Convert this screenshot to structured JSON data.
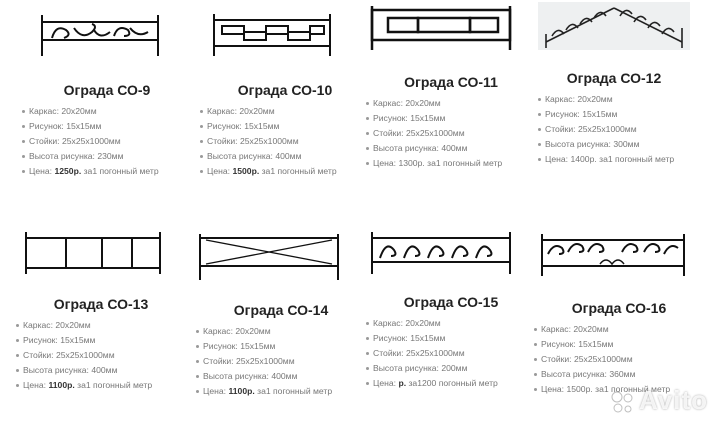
{
  "spec_labels": {
    "frame": "Каркас:",
    "pattern": "Рисунок:",
    "posts": "Стойки:",
    "height": "Высота рисунка:",
    "price": "Цена:"
  },
  "products": [
    {
      "title": "Ограда СО-9",
      "frame": "20x20мм",
      "pattern": "15x15мм",
      "posts": "25x25x1000мм",
      "height": "230мм",
      "price": "1250р.",
      "price_note": "за1 погонный метр",
      "icon": "scroll-fence-icon"
    },
    {
      "title": "Ограда СО-10",
      "frame": "20x20мм",
      "pattern": "15x15мм",
      "posts": "25x25x1000мм",
      "height": "400мм",
      "price": "1500р.",
      "price_note": "за1 погонный метр",
      "icon": "rectangles-fence-icon"
    },
    {
      "title": "Ограда СО-11",
      "frame": "20x20мм",
      "pattern": "15x15мм",
      "posts": "25x25x1000мм",
      "height": "400мм",
      "price": "1300р.",
      "price_note": "за1 погонный метр",
      "icon": "box-fence-icon"
    },
    {
      "title": "Ограда СО-12",
      "frame": "20x20мм",
      "pattern": "15x15мм",
      "posts": "25x25x1000мм",
      "height": "300мм",
      "price": "1400р.",
      "price_note": "за1 погонный метр",
      "icon": "arched-fence-photo"
    },
    {
      "title": "Ограда СО-13",
      "frame": "20x20мм",
      "pattern": "15x15мм",
      "posts": "25x25x1000мм",
      "height": "400мм",
      "price": "1100р.",
      "price_note": "за1 погонный метр",
      "icon": "panel-fence-icon"
    },
    {
      "title": "Ограда СО-14",
      "frame": "20x20мм",
      "pattern": "15x15мм",
      "posts": "25x25x1000мм",
      "height": "400мм",
      "price": "1100р.",
      "price_note": "за1 погонный метр",
      "icon": "cross-fence-icon"
    },
    {
      "title": "Ограда СО-15",
      "frame": "20x20мм",
      "pattern": "15x15мм",
      "posts": "25x25x1000мм",
      "height": "200мм",
      "price": "р.",
      "price_note": "за1200 погонный метр",
      "icon": "wave-fence-icon"
    },
    {
      "title": "Ограда СО-16",
      "frame": "20x20мм",
      "pattern": "15x15мм",
      "posts": "25x25x1000мм",
      "height": "360мм",
      "price": "1500р.",
      "price_note": "за1 погонный метр",
      "icon": "ornate-wave-fence-icon"
    }
  ],
  "watermark": "Avito"
}
